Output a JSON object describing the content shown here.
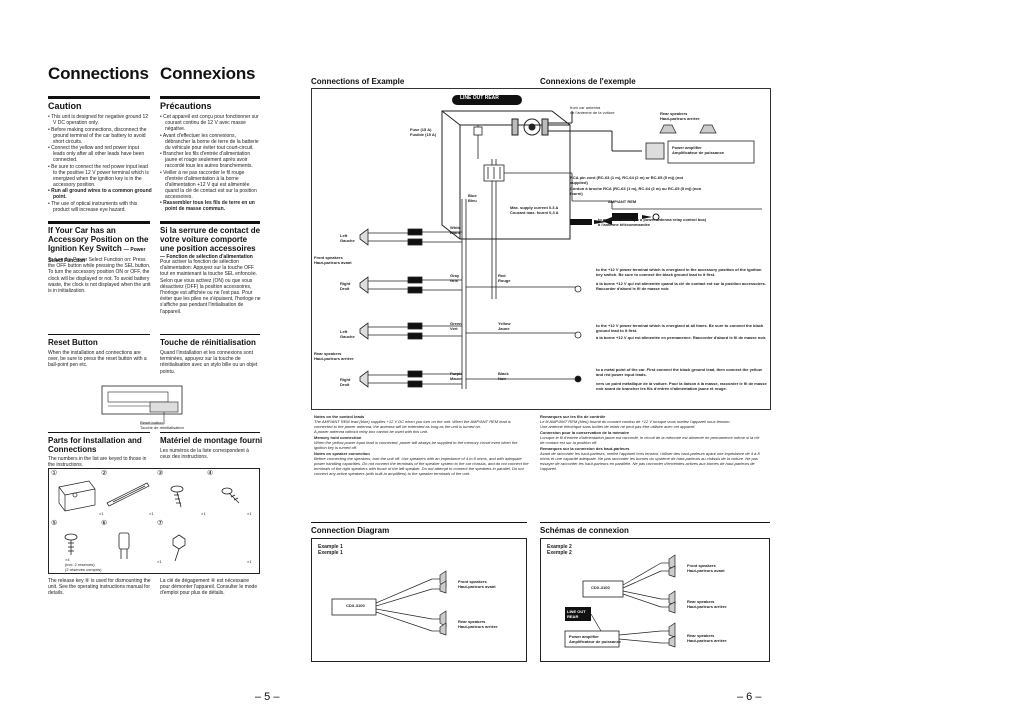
{
  "left_page": {
    "title_en": "Connections",
    "title_fr": "Connexions",
    "caution": {
      "heading_en": "Caution",
      "heading_fr": "Précautions",
      "items_en": [
        "This unit is designed for negative ground 12 V DC operation only.",
        "Before making connections, disconnect the ground terminal of the car battery to avoid short circuits.",
        "Connect the yellow and red power input leads only after all other leads have been connected.",
        "Be sure to connect the red power input lead to the positive 12 V power terminal which is energized when the ignition key is in the accessory position.",
        "Run all ground wires to a common ground point.",
        "The use of optical instruments with this product will increase eye hazard."
      ],
      "items_fr": [
        "Cet appareil est conçu pour fonctionner sur courant continu de 12 V avec masse négative.",
        "Avant d'effectuer les connexions, débrancher la borne de terre de la batterie du véhicule pour éviter tout court-circuit.",
        "Brancher les fils d'entrée d'alimentation jaune et rouge seulement après avoir raccordé tous les autres branchements.",
        "Veiller à ne pas raccorder le fil rouge d'entrée d'alimentation à la borne d'alimentation +12 V qui est alimentée quand la clé de contact est sur la position accessoires.",
        "Rassembler tous les fils de terre en un point de masse commun."
      ]
    },
    "ignition": {
      "heading_en": "If Your Car has an Accessory Position on the Ignition Key Switch",
      "sub_en": "— Power Select Function",
      "body_en": "To turn the Power Select Function on: Press the OFF button while pressing the SEL button. To turn the accessory position ON or OFF, the clock will be displayed or not. To avoid battery waste, the clock is not displayed when the unit is in initialization.",
      "heading_fr": "Si la serrure de contact de votre voiture comporte une position accessoires",
      "sub_fr": "— Fonction de sélection d'alimentation",
      "body_fr": "Pour activer la fonction de sélection d'alimentation: Appuyez sur la touche OFF tout en maintenant la touche SEL enfoncée. Selon que vous activez (ON) ou que vous désactivez (OFF) la position accessoires, l'horloge est affichée ou ne l'est pas. Pour éviter que les piles ne s'épuisent, l'horloge ne s'affiche pas pendant l'initialisation de l'appareil."
    },
    "reset": {
      "heading_en": "Reset Button",
      "heading_fr": "Touche de réinitialisation",
      "body_en": "When the installation and connections are over, be sure to press the reset button with a ball-point pen etc.",
      "body_fr": "Quand l'installation et les connexions sont terminées, appuyez sur la touche de réinitialisation avec un stylo bille ou un objet pointu.",
      "label_en": "Reset button",
      "label_fr": "Touche de réinitialisation"
    },
    "parts": {
      "heading_en": "Parts for Installation and Connections",
      "heading_fr": "Matériel de montage fourni",
      "body_en": "The numbers in the list are keyed to those in the instructions.",
      "body_fr": "Les numéros de la liste correspondent à ceux des instructions.",
      "nums": [
        "①",
        "②",
        "③",
        "④",
        "⑤",
        "⑥",
        "⑦"
      ],
      "qty": [
        "×1",
        "×1",
        "×1",
        "×1",
        "×4",
        "×1",
        "×1"
      ],
      "qty_note": "(incl. 2 reserves)",
      "qty_note2": "(2 réserves compris)",
      "footer_en": "The release key ⑥ is used for dismounting the unit. See the operating instructions manual for details.",
      "footer_fr": "La clé de dégagement ⑥ est nécessaire pour démonter l'appareil. Consulter le mode d'emploi pour plus de détails."
    },
    "page_number": "– 5 –"
  },
  "right_page": {
    "example_title_en": "Connections of Example",
    "example_title_fr": "Connexions de l'exemple",
    "line_out_label": "LINE OUT REAR",
    "labels": {
      "car_antenna": "from car antenna",
      "car_antenna_fr": "de l'antenne de la voiture",
      "rear_speakers": "Rear speakers",
      "rear_speakers_fr": "Haut-parleurs arrière",
      "power_amp": "Power amplifier",
      "power_amp_fr": "Amplificateur de puissance",
      "fuse": "Fuse (15 A)",
      "fuse_fr": "Fusible (15 A)",
      "rca_cord": "RCA pin cord (RC-63 (1 m), RC-64 (2 m) or RC-65 (5 m)) (not supplied)",
      "rca_cord_fr": "Cordon à broche RCA (RC-63 (1 m), RC-64 (2 m) ou RC-65 (5 m)) (non fourni)",
      "amp_rem": "AMP/ANT REM",
      "blue": "Blue",
      "blue_fr": "Bleu",
      "max_supply": "Max. supply current 0.3 A",
      "max_supply_fr": "Courant max. fourni 0,3 A",
      "ant_rem": "to antenna remote (to a power antenna relay control box)",
      "ant_rem_fr": "à l'antenne télécommandée",
      "front_speakers": "Front speakers",
      "front_speakers_fr": "Haut-parleurs avant",
      "left": "Left",
      "left_fr": "Gauche",
      "right": "Right",
      "right_fr": "Droit",
      "white": "White",
      "white_fr": "Blanc",
      "gray": "Gray",
      "gray_fr": "Gris",
      "green": "Green",
      "green_fr": "Vert",
      "purple": "Purple",
      "purple_fr": "Mauve",
      "red": "Red",
      "red_fr": "Rouge",
      "yellow": "Yellow",
      "yellow_fr": "Jaune",
      "black": "Black",
      "black_fr": "Noir",
      "rear_speakers2": "Rear speakers",
      "rear_speakers2_fr": "Haut-parleurs arrière",
      "red_note": "to the +12 V power terminal which is energized in the accessory position of the ignition key switch. Be sure to connect the black ground lead to it first.",
      "red_note_fr": "à la borne +12 V qui est alimentée quand la clé de contact est sur la position accessoires. Raccorder d'abord le fil de masse noir.",
      "yellow_note": "to the +12 V power terminal which is energized at all times. Be sure to connect the black ground lead to it first.",
      "yellow_note_fr": "à la borne +12 V qui est alimentée en permanence. Raccorder d'abord le fil de masse noir.",
      "black_note": "to a metal point of the car. First connect the black ground lead, then connect the yellow and red power input leads.",
      "black_note_fr": "vers un point métallique de la voiture. Pour la liaison à la masse, raccorder le fil de masse noir avant de brancher les fils d'entrée d'alimentation jaune et rouge."
    },
    "notes_en": {
      "h1": "Notes on the control leads",
      "b1": "The AMP/ANT REM lead (blue) supplies +12 V DC when you turn on the unit. When the AMP/ANT REM lead is connected to the power antenna, the antenna will be extended as long as the unit is turned on.",
      "b1b": "A power antenna without relay box cannot be used with this unit.",
      "h2": "Memory hold connection",
      "b2": "When the yellow power input lead is connected, power will always be supplied to the memory circuit even when the ignition key is turned off.",
      "h3": "Notes on speaker connection",
      "b3": "Before connecting the speakers, turn the unit off. Use speakers with an impedance of 4 to 8 ohms, and with adequate power handling capacities. Do not connect the terminals of the speaker system to the car chassis, and do not connect the terminals of the right speakers with those of the left speaker. Do not attempt to connect the speakers in parallel. Do not connect any active speakers (with built-in amplifiers) to the speaker terminals of the unit."
    },
    "notes_fr": {
      "h1": "Remarques sur les fils de contrôle",
      "b1": "Le fil AMP/ANT REM (bleu) fournit du courant continu de +12 V lorsque vous mettez l'appareil sous tension.",
      "b1b": "Une antenne électrique sans boîtier de relais ne peut pas être utilisée avec cet appareil.",
      "h2": "Connexion pour la conservation de la mémoire",
      "b2": "Lorsque le fil d'entrée d'alimentation jaune est raccordé, le circuit de la mémoire est alimenté en permanence même si la clé de contact est sur la position off.",
      "h3": "Remarques sur la connexion des haut-parleurs",
      "b3": "Avant de raccorder les haut-parleurs, mettre l'appareil hors tension. Utiliser des haut-parleurs ayant une impédance de 4 à 8 ohms et une capacité adéquate. Ne pas raccorder les bornes du système de haut-parleurs au châssis de la voiture. Ne pas essayer de raccorder les haut-parleurs en parallèle. Ne pas raccorder d'enceintes actives aux bornes de haut-parleurs de l'appareil."
    },
    "diagram_title_en": "Connection Diagram",
    "diagram_title_fr": "Schémas de connexion",
    "example1": {
      "title": "Example 1",
      "title2": "Exemple 1",
      "unit": "CDX-3100",
      "front": "Front speakers",
      "front_fr": "Haut-parleurs avant",
      "rear": "Rear speakers",
      "rear_fr": "Haut-parleurs arrière"
    },
    "example2": {
      "title": "Example 2",
      "title2": "Exemple 2",
      "unit": "CDX-3100",
      "line_out": "LINE OUT REAR",
      "amp": "Power amplifier",
      "amp_fr": "Amplificateur de puissance",
      "front": "Front speakers",
      "front_fr": "Haut-parleurs avant",
      "rear": "Rear speakers",
      "rear_fr": "Haut-parleurs arrière",
      "rear2": "Rear speakers",
      "rear2_fr": "Haut-parleurs arrière"
    },
    "page_number": "– 6 –"
  }
}
